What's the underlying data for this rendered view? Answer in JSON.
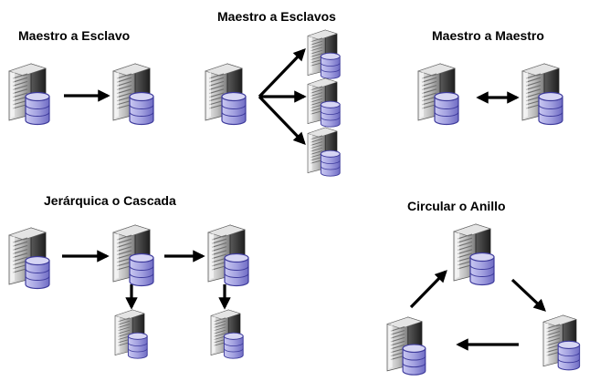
{
  "titles": {
    "master_slave": "Maestro a Esclavo",
    "master_slaves": "Maestro a Esclavos",
    "master_master": "Maestro a Maestro",
    "hierarchical": "Jerárquica o Cascada",
    "circular": "Circular o Anillo"
  },
  "colors": {
    "server_dark": "#3a3a3a",
    "server_mid": "#8a8a8a",
    "server_light": "#d8d8d8",
    "database_fill": "#a9a7e0",
    "database_top": "#d6d5f4",
    "database_stroke": "#3e3b9c",
    "arrow": "#000000"
  },
  "icons": [
    "server-icon",
    "database-icon",
    "arrow-icon"
  ]
}
